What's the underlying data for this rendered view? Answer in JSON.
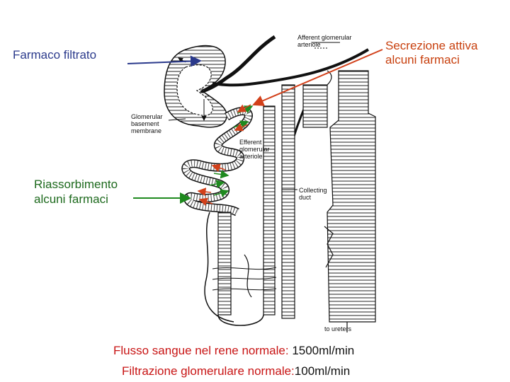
{
  "labels": {
    "filtered_drug": "Farmaco filtrato",
    "active_secretion_line1": "Secrezione attiva",
    "active_secretion_line2": "alcuni farmaci",
    "reabsorption_line1": "Riassorbimento",
    "reabsorption_line2": "alcuni farmaci"
  },
  "anatomy": {
    "afferent_line1": "Afferent glomerular",
    "afferent_line2": "arteriole",
    "basement_line1": "Glomerular",
    "basement_line2": "basement",
    "basement_line3": "membrane",
    "efferent_line1": "Efferent",
    "efferent_line2": "glomerular",
    "efferent_line3": "arteriole",
    "collecting_line1": "Collecting",
    "collecting_line2": "duct",
    "ureters": "to ureters"
  },
  "footer": {
    "blood_flow_label": "Flusso sangue nel rene normale:",
    "blood_flow_value": " 1500ml/min",
    "gfr_label": "Filtrazione glomerulare normale:",
    "gfr_value": "100ml/min"
  },
  "colors": {
    "blue_label": "#2b3a8c",
    "red_label": "#c8400e",
    "green_label": "#1e6a1e",
    "footer_red": "#c81414"
  }
}
